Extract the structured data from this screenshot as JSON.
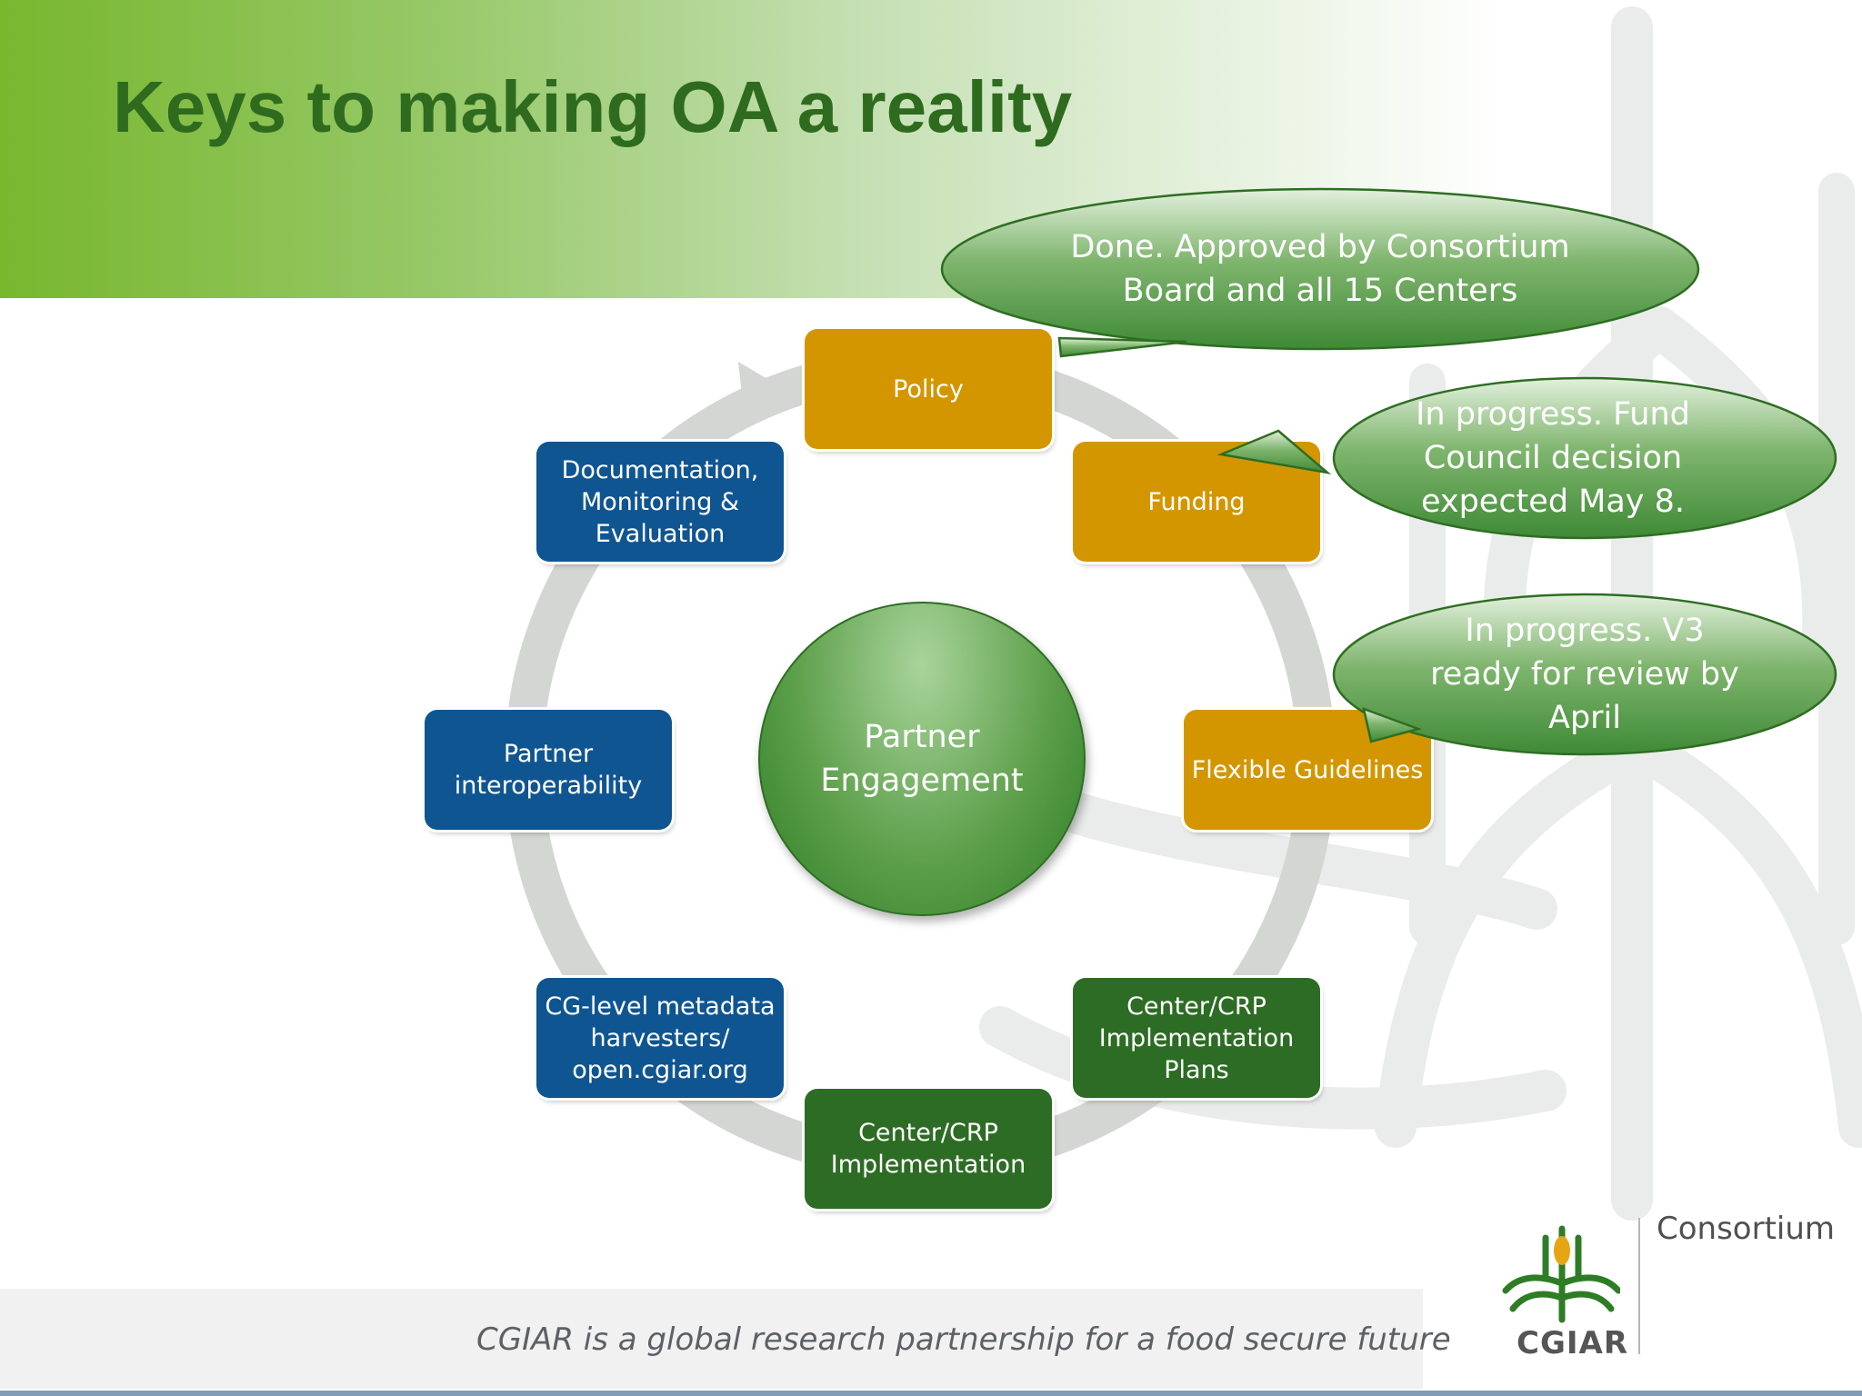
{
  "slide": {
    "title": "Keys to making OA a reality",
    "tagline": "CGIAR is a global research partnership for a food secure future"
  },
  "logo": {
    "name": "CGIAR",
    "subtitle": "Consortium",
    "icon": "cgiar-wheat-logo-icon"
  },
  "cycle": {
    "center": "Partner\nEngagement",
    "nodes": [
      {
        "label": "Policy",
        "status": "orange"
      },
      {
        "label": "Funding",
        "status": "orange"
      },
      {
        "label": "Flexible Guidelines",
        "status": "orange"
      },
      {
        "label": "Center/CRP\nImplementation\nPlans",
        "status": "green"
      },
      {
        "label": "Center/CRP\nImplementation",
        "status": "green"
      },
      {
        "label": "CG-level metadata\nharvesters/\nopen.cgiar.org",
        "status": "blue"
      },
      {
        "label": "Partner\ninteroperability",
        "status": "blue"
      },
      {
        "label": "Documentation,\nMonitoring &\nEvaluation",
        "status": "blue"
      }
    ]
  },
  "callouts": [
    {
      "text": "Done.  Approved by Consortium\nBoard and all 15 Centers"
    },
    {
      "text": "In progress.  Fund\nCouncil decision\nexpected May 8."
    },
    {
      "text": "In progress.  V3\nready for review by\nApril"
    }
  ],
  "colors": {
    "title": "#2e6b1f",
    "orange": "#d49600",
    "blue": "#0f5592",
    "green": "#2d6c24",
    "cycle_arrow": "#d3d6d3"
  }
}
